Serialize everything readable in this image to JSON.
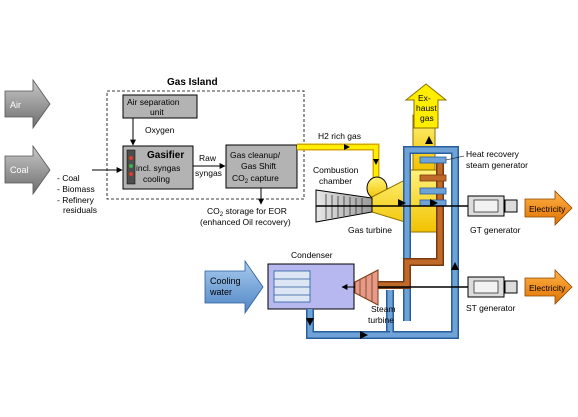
{
  "title": "Gas Island",
  "inputs": {
    "air": "Air",
    "coal": "Coal",
    "feedstock": [
      "- Coal",
      "- Biomass",
      "- Refinery",
      "residuals"
    ]
  },
  "units": {
    "air_separation": [
      "Air separation",
      "unit"
    ],
    "oxygen": "Oxygen",
    "gasifier_title": "Gasifier",
    "gasifier_sub": [
      "incl. syngas",
      "cooling"
    ],
    "raw_syngas": [
      "Raw",
      "syngas"
    ],
    "cleanup": [
      "Gas cleanup/",
      "Gas Shift",
      "CO",
      "2",
      " capture"
    ],
    "co2_storage": [
      "CO",
      "2",
      " storage for EOR",
      "(enhanced Oil recovery)"
    ],
    "h2_gas": "H2 rich gas",
    "combustion": [
      "Combustion",
      "chamber"
    ],
    "gas_turbine": "Gas turbine",
    "exhaust": [
      "Ex-",
      "haust",
      "gas"
    ],
    "hrsg": [
      "Heat recovery",
      "steam generator"
    ],
    "gt_generator": "GT generator",
    "st_generator": "ST generator",
    "condenser": "Condenser",
    "cooling_water": [
      "Cooling",
      "water"
    ],
    "steam_turbine": [
      "Steam",
      "turbine"
    ],
    "electricity": "Electricity"
  },
  "colors": {
    "gas": "#ffdd00",
    "gas_dark": "#d9a800",
    "water": "#4f86c6",
    "steam": "#b35a1f",
    "box": "#b3b3b3",
    "input_arrow": "#8c8c8c",
    "electricity": "#ff8c00",
    "cooling": "#6fa3d8"
  }
}
